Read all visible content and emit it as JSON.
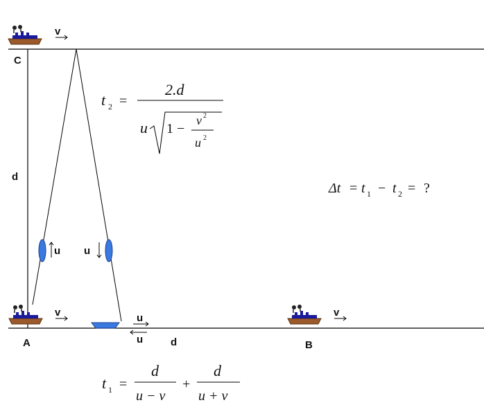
{
  "points": {
    "A": "A",
    "B": "B",
    "C": "C"
  },
  "distances": {
    "vertical": "d",
    "horizontal": "d"
  },
  "velocities": {
    "ship": "v",
    "boat_up": "u",
    "boat_down": "u",
    "water_right": "u",
    "water_left": "u"
  },
  "formula_t2": {
    "lhs": "t",
    "lhs_sub": "2",
    "eq": "=",
    "num": "2.d",
    "den_u": "u",
    "den_one": "1 −",
    "den_v": "v",
    "den_u2": "u",
    "pow": "2"
  },
  "formula_dt": {
    "delta": "Δt",
    "eq": "=",
    "t": "t",
    "sub1": "1",
    "minus": "−",
    "sub2": "2",
    "eq2": "=",
    "q": "?"
  },
  "formula_t1": {
    "lhs": "t",
    "lhs_sub": "1",
    "eq": "=",
    "num1": "d",
    "den1": "u − v",
    "plus": "+",
    "num2": "d",
    "den2": "u + v"
  }
}
